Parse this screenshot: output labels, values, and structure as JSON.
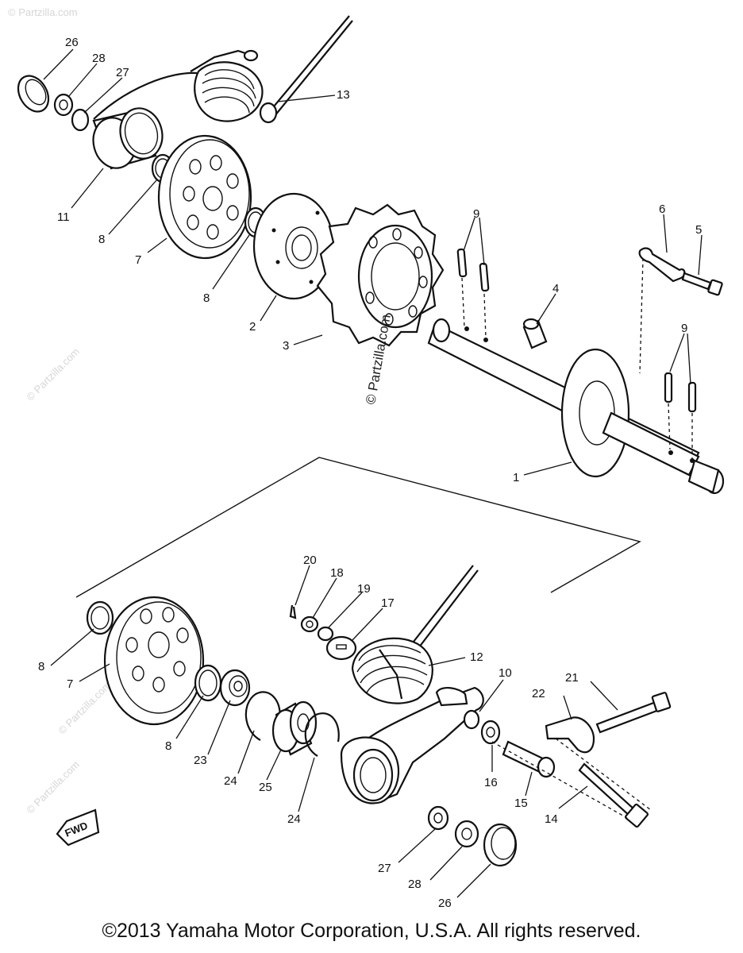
{
  "watermarks": {
    "center": "© Partzilla.com",
    "side_left_1": "© Partzilla.com",
    "side_left_2": "© Partzilla.com",
    "side_left_3": "© Partzilla.com",
    "side_left_4": "© Partzilla.com"
  },
  "labels": {
    "p1": "1",
    "p2": "2",
    "p3": "3",
    "p4": "4",
    "p5": "5",
    "p6": "6",
    "p7_top": "7",
    "p7_bottom": "7",
    "p8_a": "8",
    "p8_b": "8",
    "p8_c": "8",
    "p8_d": "8",
    "p9_top": "9",
    "p9_right": "9",
    "p10": "10",
    "p11": "11",
    "p12": "12",
    "p13": "13",
    "p14": "14",
    "p15": "15",
    "p16": "16",
    "p17": "17",
    "p18": "18",
    "p19": "19",
    "p20": "20",
    "p21": "21",
    "p22": "22",
    "p23": "23",
    "p24_a": "24",
    "p24_b": "24",
    "p25": "25",
    "p26_top": "26",
    "p26_bottom": "26",
    "p27_top": "27",
    "p27_bottom": "27",
    "p28_top": "28",
    "p28_bottom": "28"
  },
  "fwd_arrow": "FWD",
  "copyright": "©2013 Yamaha Motor Corporation, U.S.A. All rights reserved."
}
